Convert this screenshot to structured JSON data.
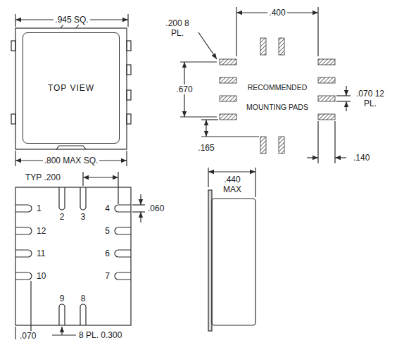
{
  "diagram": {
    "nodes": [
      {
        "text": [
          "TOP VIEW"
        ]
      }
    ],
    "labels": [
      ".945 SQ.",
      ".800 MAX SQ.",
      ".400",
      ".200 8 PL.",
      ".670",
      "RECOMMENDED MOUNTING PADS",
      ".070 12 PL.",
      ".165",
      ".140",
      "TYP .200",
      ".060",
      ".070",
      "8 PL. 0.300",
      ".440 MAX",
      "1",
      "2",
      "3",
      "4",
      "5",
      "6",
      "7",
      "8",
      "9",
      "10",
      "11",
      "12"
    ]
  }
}
